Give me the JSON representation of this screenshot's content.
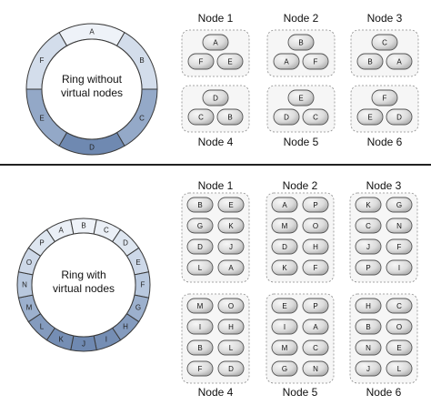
{
  "colors": {
    "ring_light": "#eef2f8",
    "ring_mid": "#b8c8de",
    "ring_dark": "#6f89b1",
    "ring_stroke": "#3a3a3a",
    "pill_light": "#f4f4f4",
    "pill_dark": "#b9b9b9",
    "box_fill": "#f6f6f6"
  },
  "top": {
    "ring_label_lines": [
      "Ring without",
      "virtual nodes"
    ],
    "segments": [
      "A",
      "B",
      "C",
      "D",
      "E",
      "F"
    ],
    "nodes": [
      {
        "label": "Node 1",
        "items": [
          "A",
          "F",
          "E"
        ]
      },
      {
        "label": "Node 2",
        "items": [
          "B",
          "A",
          "F"
        ]
      },
      {
        "label": "Node 3",
        "items": [
          "C",
          "B",
          "A"
        ]
      },
      {
        "label": "Node 4",
        "items": [
          "D",
          "C",
          "B"
        ]
      },
      {
        "label": "Node 5",
        "items": [
          "E",
          "D",
          "C"
        ]
      },
      {
        "label": "Node 6",
        "items": [
          "F",
          "E",
          "D"
        ]
      }
    ]
  },
  "bottom": {
    "ring_label_lines": [
      "Ring with",
      "virtual nodes"
    ],
    "segments": [
      "A",
      "B",
      "C",
      "D",
      "E",
      "F",
      "G",
      "H",
      "I",
      "J",
      "K",
      "L",
      "M",
      "N",
      "O",
      "P"
    ],
    "nodes": [
      {
        "label": "Node 1",
        "items": [
          "B",
          "E",
          "G",
          "K",
          "D",
          "J",
          "L",
          "A"
        ]
      },
      {
        "label": "Node 2",
        "items": [
          "A",
          "P",
          "M",
          "O",
          "D",
          "H",
          "K",
          "F"
        ]
      },
      {
        "label": "Node 3",
        "items": [
          "K",
          "G",
          "C",
          "N",
          "J",
          "F",
          "P",
          "I"
        ]
      },
      {
        "label": "Node 4",
        "items": [
          "M",
          "O",
          "I",
          "H",
          "B",
          "L",
          "F",
          "D"
        ]
      },
      {
        "label": "Node 5",
        "items": [
          "E",
          "P",
          "I",
          "A",
          "M",
          "C",
          "G",
          "N"
        ]
      },
      {
        "label": "Node 6",
        "items": [
          "H",
          "C",
          "B",
          "O",
          "N",
          "E",
          "J",
          "L"
        ]
      }
    ]
  }
}
